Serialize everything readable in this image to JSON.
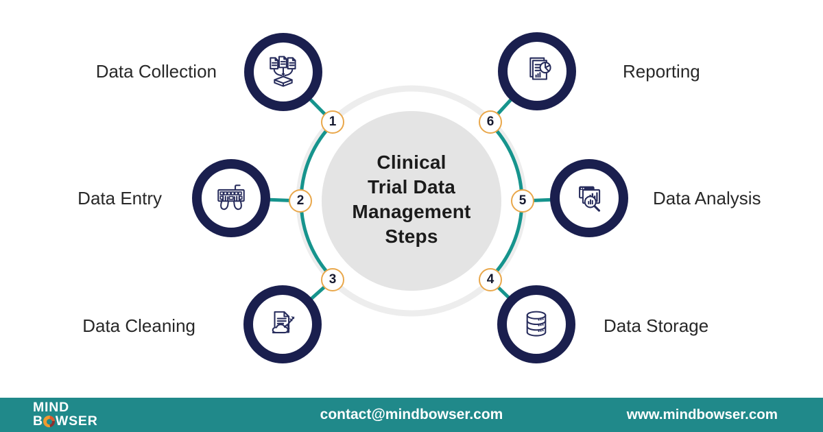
{
  "title_lines": [
    "Clinical",
    "Trial Data",
    "Management",
    "Steps"
  ],
  "steps": [
    {
      "number": "1",
      "label": "Data Collection",
      "icon": "documents-into-box-icon"
    },
    {
      "number": "2",
      "label": "Data Entry",
      "icon": "keyboard-typing-hands-icon"
    },
    {
      "number": "3",
      "label": "Data Cleaning",
      "icon": "document-broom-icon"
    },
    {
      "number": "4",
      "label": "Data Storage",
      "icon": "database-icon"
    },
    {
      "number": "5",
      "label": "Data Analysis",
      "icon": "chart-magnifier-icon"
    },
    {
      "number": "6",
      "label": "Reporting",
      "icon": "report-pie-chart-icon"
    }
  ],
  "footer": {
    "logo_top": "MIND",
    "logo_bottom_prefix": "B",
    "logo_bottom_suffix": "WSER",
    "contact_email": "contact@mindbowser.com",
    "website": "www.mindbowser.com"
  },
  "colors": {
    "navy": "#1a1f4e",
    "iconNavy": "#272c5c",
    "teal": "#16948d",
    "footerTeal": "#20898a",
    "badgeBorder": "#e9a74a",
    "centerFill": "#e4e4e4",
    "ringGray": "#ededed",
    "titleText": "#1b1b1b",
    "labelText": "#282828"
  }
}
